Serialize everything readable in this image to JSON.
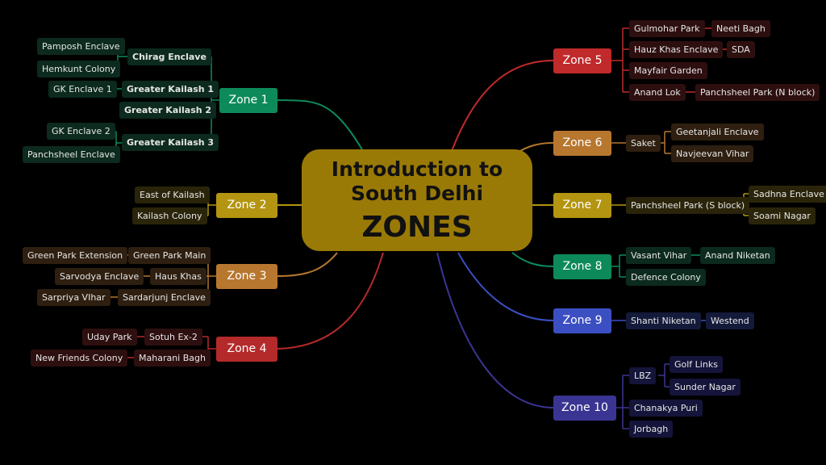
{
  "title": {
    "line1": "Introduction to",
    "line2": "South Delhi",
    "line3": "ZONES"
  },
  "colors": {
    "center": "#9a7a06",
    "zone1": "#0d8a5a",
    "zone2": "#b39511",
    "zone3": "#b8772f",
    "zone4": "#b42a2a",
    "zone5": "#c02a2a",
    "zone6": "#b8772f",
    "zone7": "#b39511",
    "zone8": "#0d8a5a",
    "zone9": "#3c4fc2",
    "zone10": "#3a3592"
  },
  "zones": {
    "z1": {
      "label": "Zone 1",
      "chirag": "Chirag Enclave",
      "pamposh": "Pamposh Enclave",
      "hemkunt": "Hemkunt Colony",
      "gk1": "Greater Kailash 1",
      "gkenc1": "GK Enclave 1",
      "gk2": "Greater Kailash 2",
      "gk3": "Greater Kailash 3",
      "gkenc2": "GK Enclave 2",
      "panchsheelEnc": "Panchsheel Enclave"
    },
    "z2": {
      "label": "Zone 2",
      "eok": "East of Kailash",
      "kailash": "Kailash Colony"
    },
    "z3": {
      "label": "Zone 3",
      "gpmain": "Green Park Main",
      "gpext": "Green Park Extension",
      "hauz": "Haus Khas",
      "sarvodya": "Sarvodya Enclave",
      "sardar": "Sardarjunj Enclave",
      "sarpriya": "Sarpriya VIhar"
    },
    "z4": {
      "label": "Zone 4",
      "sotuh": "Sotuh Ex-2",
      "uday": "Uday Park",
      "maharani": "Maharani Bagh",
      "nfc": "New Friends Colony"
    },
    "z5": {
      "label": "Zone 5",
      "gulmohar": "Gulmohar Park",
      "neeti": "Neeti Bagh",
      "hke": "Hauz Khas Enclave",
      "sda": "SDA",
      "mayfair": "Mayfair Garden",
      "anand": "Anand Lok",
      "psn": "Panchsheel Park (N block)"
    },
    "z6": {
      "label": "Zone 6",
      "saket": "Saket",
      "geet": "Geetanjali Enclave",
      "navj": "Navjeevan Vihar"
    },
    "z7": {
      "label": "Zone 7",
      "pss": "Panchsheel Park (S block)",
      "sadhna": "Sadhna Enclave",
      "soami": "Soami Nagar"
    },
    "z8": {
      "label": "Zone 8",
      "vasant": "Vasant Vihar",
      "aniketan": "Anand Niketan",
      "defence": "Defence Colony"
    },
    "z9": {
      "label": "Zone 9",
      "shanti": "Shanti Niketan",
      "westend": "Westend"
    },
    "z10": {
      "label": "Zone 10",
      "lbz": "LBZ",
      "golf": "Golf Links",
      "sunder": "Sunder Nagar",
      "chanakya": "Chanakya Puri",
      "jorbagh": "Jorbagh"
    }
  }
}
